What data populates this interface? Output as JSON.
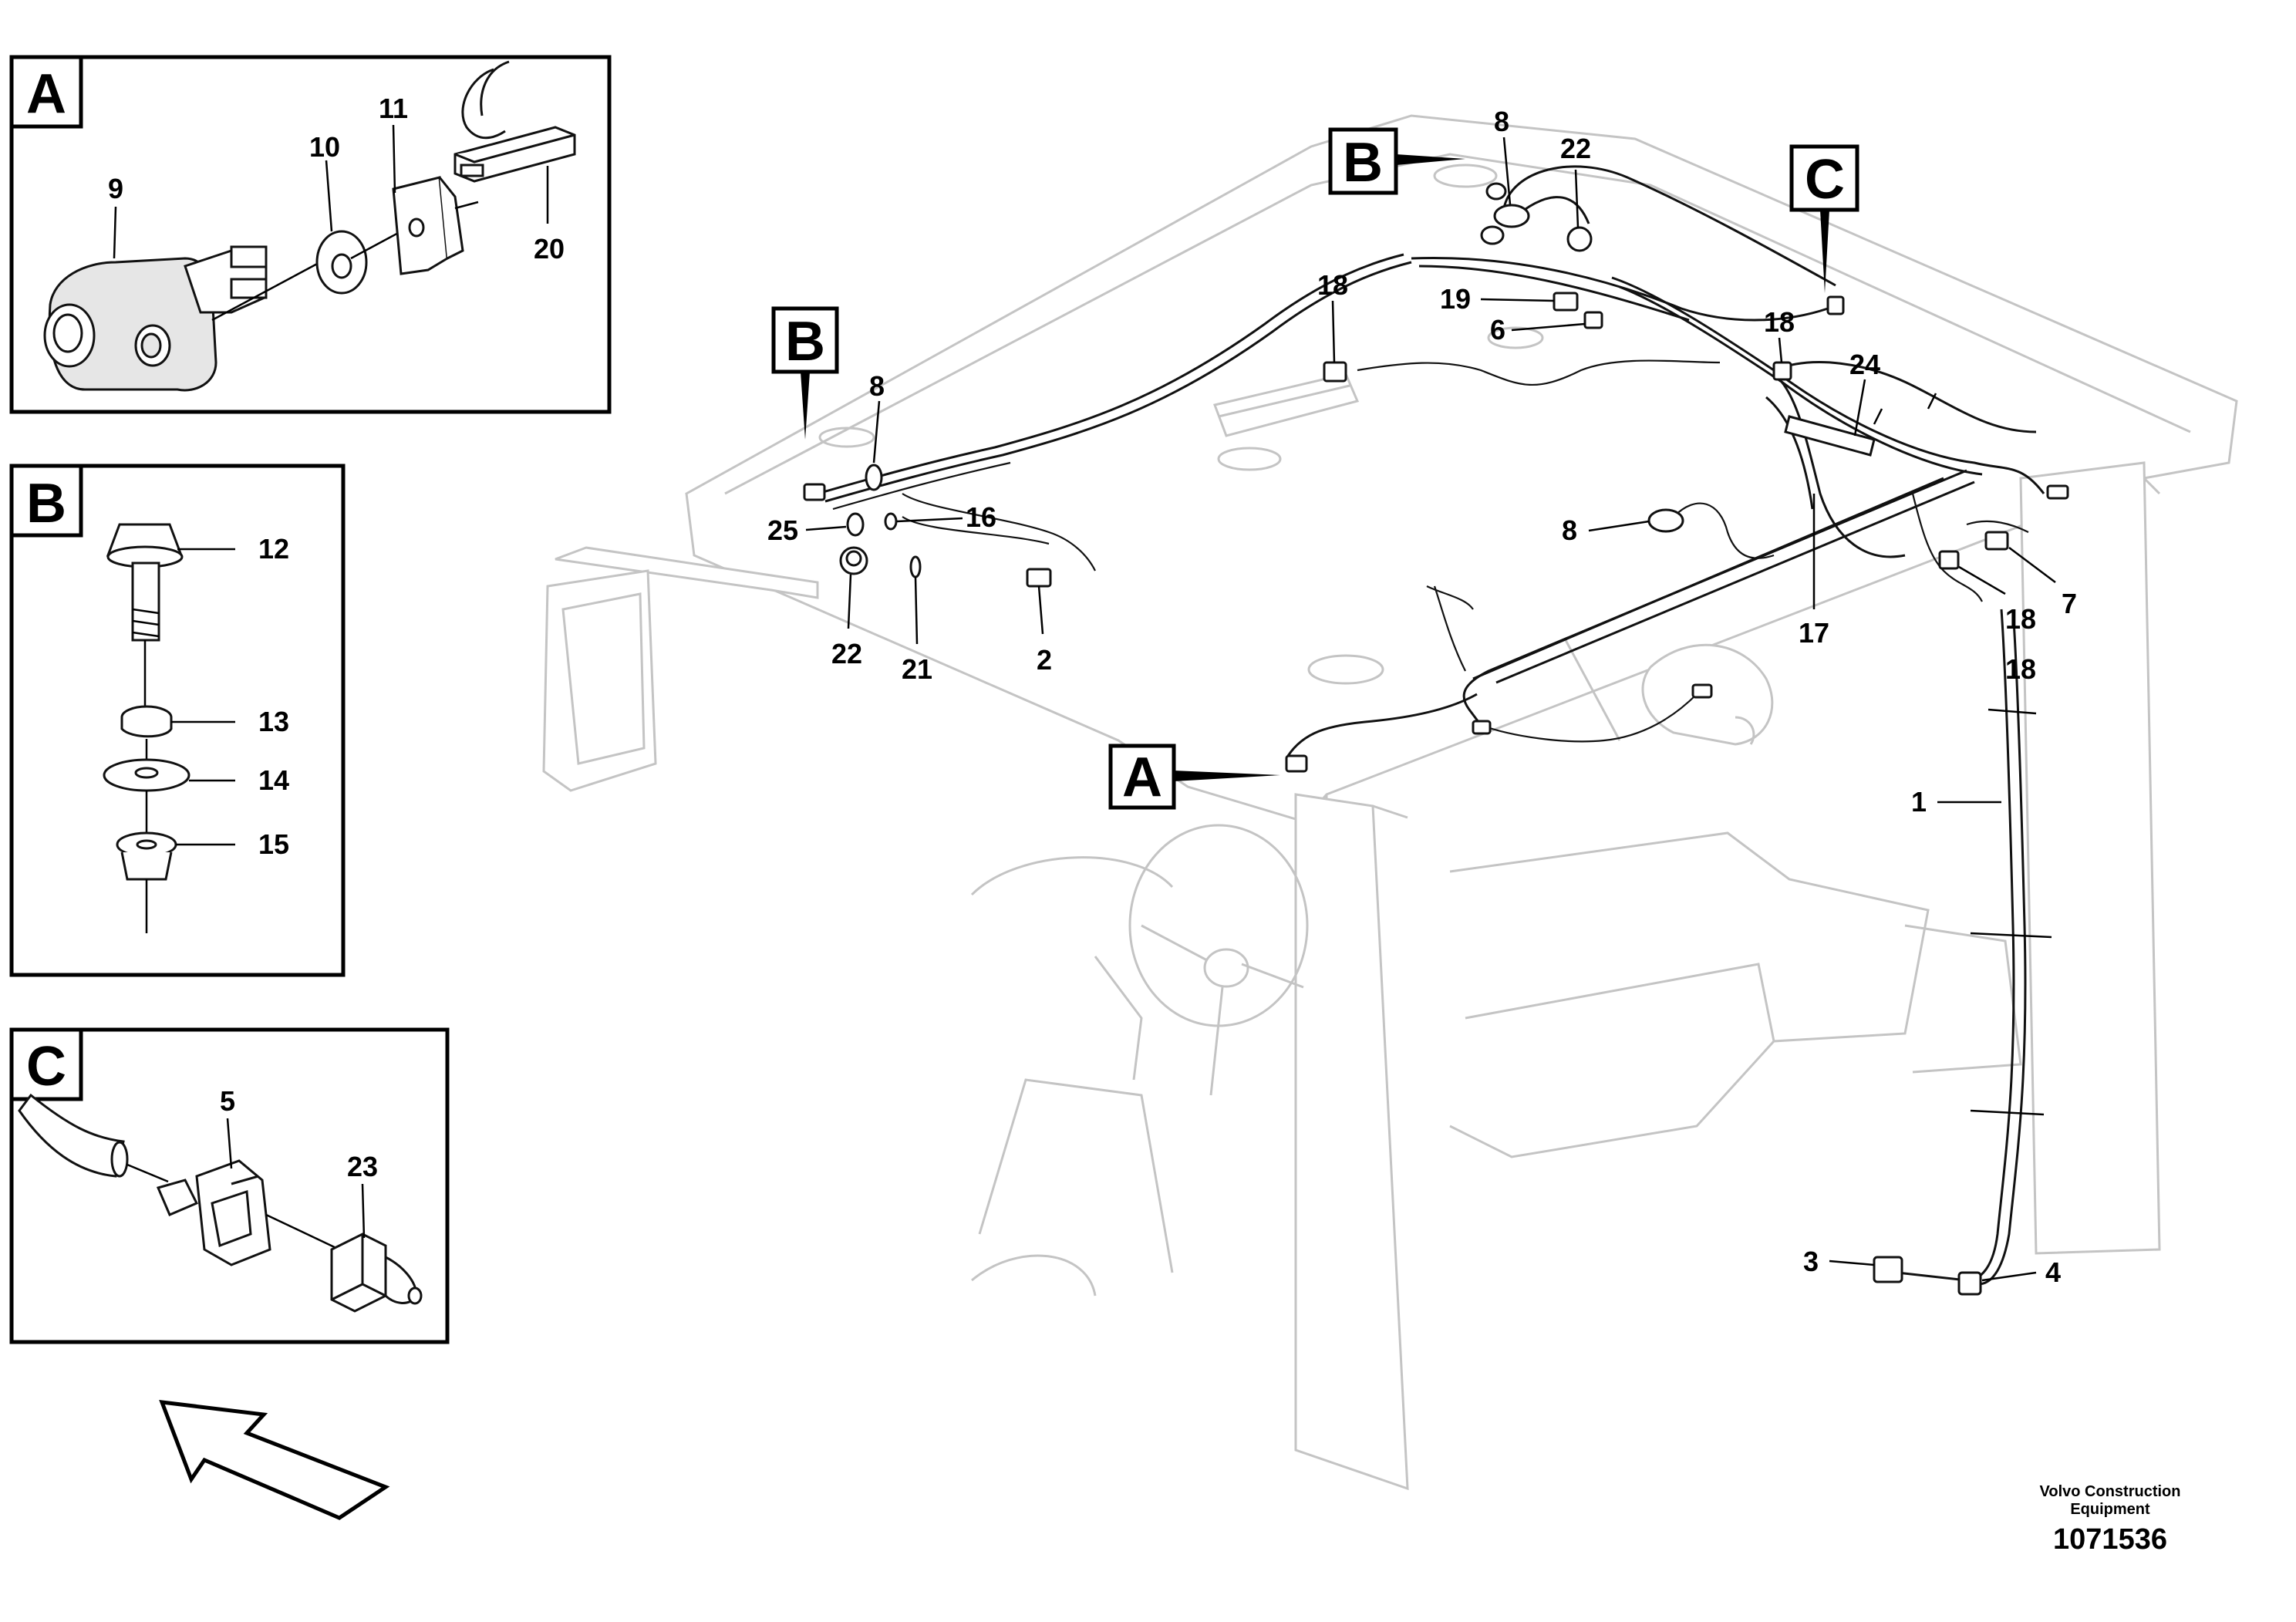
{
  "insets": {
    "A": {
      "letter": "A",
      "callouts": [
        "9",
        "10",
        "11",
        "20"
      ]
    },
    "B": {
      "letter": "B",
      "callouts": [
        "12",
        "13",
        "14",
        "15"
      ]
    },
    "C": {
      "letter": "C",
      "callouts": [
        "5",
        "23"
      ]
    }
  },
  "view_tags": [
    "A",
    "B",
    "B",
    "C"
  ],
  "callouts": {
    "c8a": "8",
    "c8b": "8",
    "c8c": "8",
    "c22a": "22",
    "c22b": "22",
    "c18a": "18",
    "c18b": "18",
    "c18c": "18",
    "c18d": "18",
    "c19": "19",
    "c6": "6",
    "c24": "24",
    "c25": "25",
    "c16": "16",
    "c21": "21",
    "c2": "2",
    "c17": "17",
    "c7": "7",
    "c1": "1",
    "c3": "3",
    "c4": "4"
  },
  "credit": {
    "line1": "Volvo Construction",
    "line2": "Equipment",
    "number": "1071536"
  }
}
